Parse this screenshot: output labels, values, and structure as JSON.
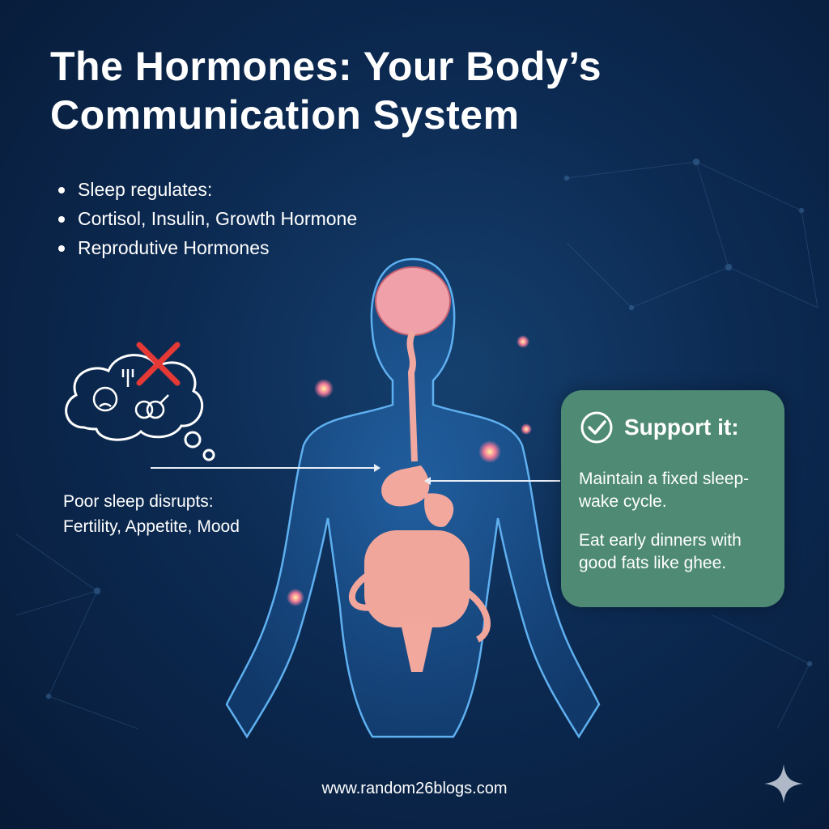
{
  "title": {
    "line1": "The Hormones: Your Body’s",
    "line2": "Communication System"
  },
  "bullets": [
    "Sleep regulates:",
    "Cortisol, Insulin, Growth Hormone",
    "Reprodutive Hormones"
  ],
  "poor_sleep": {
    "line1": "Poor sleep disrupts:",
    "line2": "Fertility, Appetite, Mood"
  },
  "support_card": {
    "icon": "check-circle-icon",
    "title": "Support it:",
    "tips": [
      "Maintain a fixed sleep-wake cycle.",
      "Eat early dinners with good fats like ghee."
    ]
  },
  "footer": {
    "website": "www.random26blogs.com"
  },
  "colors": {
    "background": "#0c2a52",
    "card": "#4e8a74",
    "organs": "#f0a8a0",
    "body": "#3a8fd8",
    "cross": "#e53935"
  }
}
